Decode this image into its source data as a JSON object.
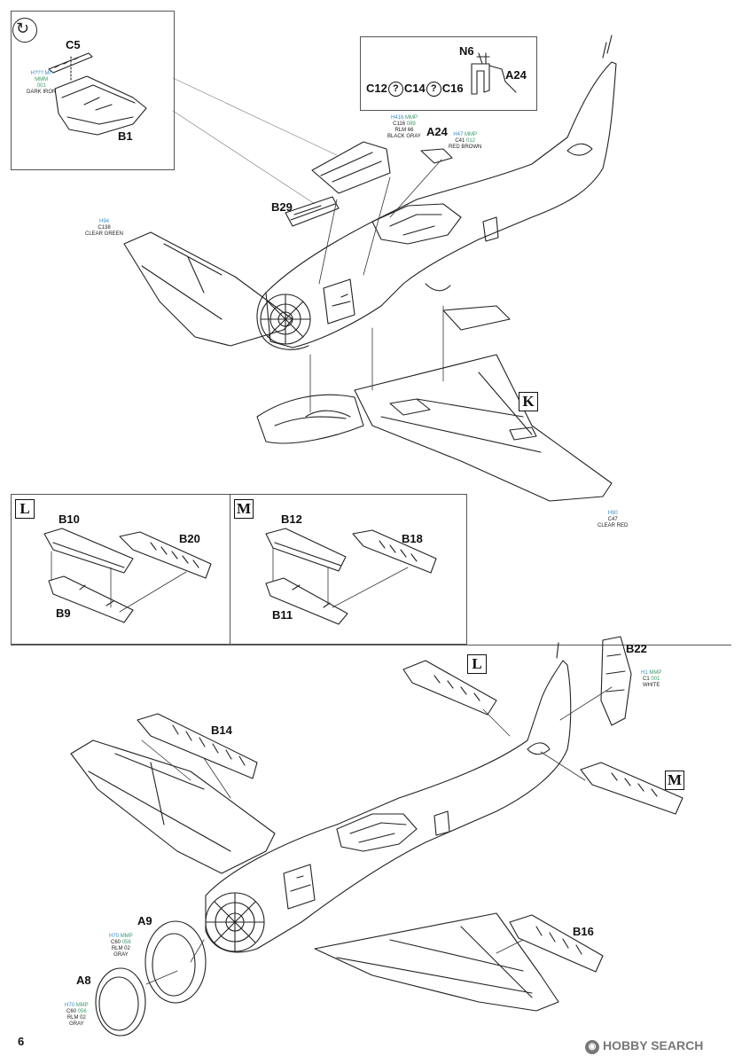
{
  "page_number": "6",
  "watermark": "HOBBY SEARCH",
  "watermark_icon": "hobbysearch-logo-icon",
  "flip_icon": "rotate-arrows-icon",
  "parts": {
    "c5": "C5",
    "b1": "B1",
    "n6": "N6",
    "a24_top": "A24",
    "c12": "C12",
    "c14": "C14",
    "c16": "C16",
    "option_mark": "?",
    "a24": "A24",
    "b29": "B29",
    "b10": "B10",
    "b20": "B20",
    "b9": "B9",
    "b12": "B12",
    "b18": "B18",
    "b11": "B11",
    "b22": "B22",
    "b14": "B14",
    "a9": "A9",
    "b16": "B16",
    "a8": "A8"
  },
  "steps": {
    "k": "K",
    "l": "L",
    "m": "M",
    "l_ref": "L",
    "m_ref": "M"
  },
  "paint_codes": {
    "dark_iron": {
      "top": "H??? Mr.",
      "mid": "MMM",
      "num": "001",
      "name": "DARK IRON"
    },
    "black_gray": {
      "h": "H416",
      "brand": "MMP",
      "c": "C116",
      "num": "089",
      "name1": "RLM 66",
      "name2": "BLACK GRAY"
    },
    "red_brown": {
      "h": "H47",
      "brand": "MMP",
      "c": "C41",
      "num": "012",
      "name": "RED BROWN"
    },
    "clear_green": {
      "h": "H94",
      "c": "C138",
      "name": "CLEAR GREEN"
    },
    "clear_red": {
      "h": "H90",
      "c": "C47",
      "name": "CLEAR RED"
    },
    "white": {
      "h": "H1",
      "brand": "MMP",
      "c": "C1",
      "num": "001",
      "name": "WHITE"
    },
    "rlm02_a9": {
      "h": "H70",
      "brand": "MMP",
      "c": "C60",
      "num": "056",
      "name1": "RLM 02",
      "name2": "GRAY"
    },
    "rlm02_a8": {
      "h": "H70",
      "brand": "MMP",
      "c": "C60",
      "num": "056",
      "name1": "RLM 02",
      "name2": "GRAY"
    }
  }
}
